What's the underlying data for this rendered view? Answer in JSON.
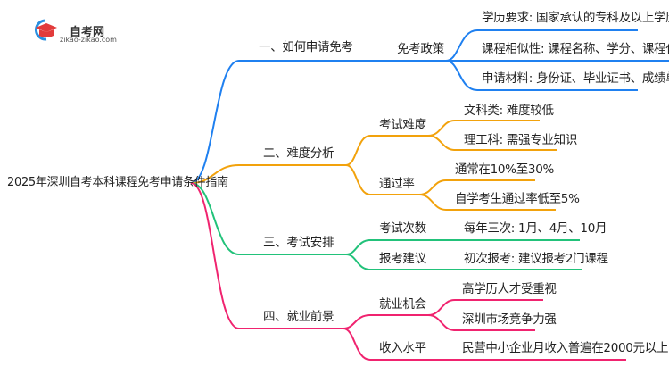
{
  "logo": {
    "title": "自考网",
    "url": "zikao-zikao.com"
  },
  "root": "2025年深圳自考本科课程免考申请条件指南",
  "colors": {
    "b1": "#1f80f0",
    "b2": "#f2a20c",
    "b3": "#22c27a",
    "b4": "#f0236f"
  },
  "branches": [
    {
      "label": "一、如何申请免考",
      "children": [
        {
          "label": "免考政策",
          "children": [
            "学历要求: 国家承认的专科及以上学历",
            "课程相似性: 课程名称、学分、课程代码一致",
            "申请材料: 身份证、毕业证书、成绩单"
          ]
        }
      ]
    },
    {
      "label": "二、难度分析",
      "children": [
        {
          "label": "考试难度",
          "children": [
            "文科类: 难度较低",
            "理工科: 需强专业知识"
          ]
        },
        {
          "label": "通过率",
          "children": [
            "通常在10%至30%",
            "自学考生通过率低至5%"
          ]
        }
      ]
    },
    {
      "label": "三、考试安排",
      "children": [
        {
          "label": "考试次数",
          "children": [
            "每年三次: 1月、4月、10月"
          ]
        },
        {
          "label": "报考建议",
          "children": [
            "初次报考: 建议报考2门课程"
          ]
        }
      ]
    },
    {
      "label": "四、就业前景",
      "children": [
        {
          "label": "就业机会",
          "children": [
            "高学历人才受重视",
            "深圳市场竞争力强"
          ]
        },
        {
          "label": "收入水平",
          "children": [
            "民营中小企业月收入普遍在2000元以上"
          ]
        }
      ]
    }
  ]
}
